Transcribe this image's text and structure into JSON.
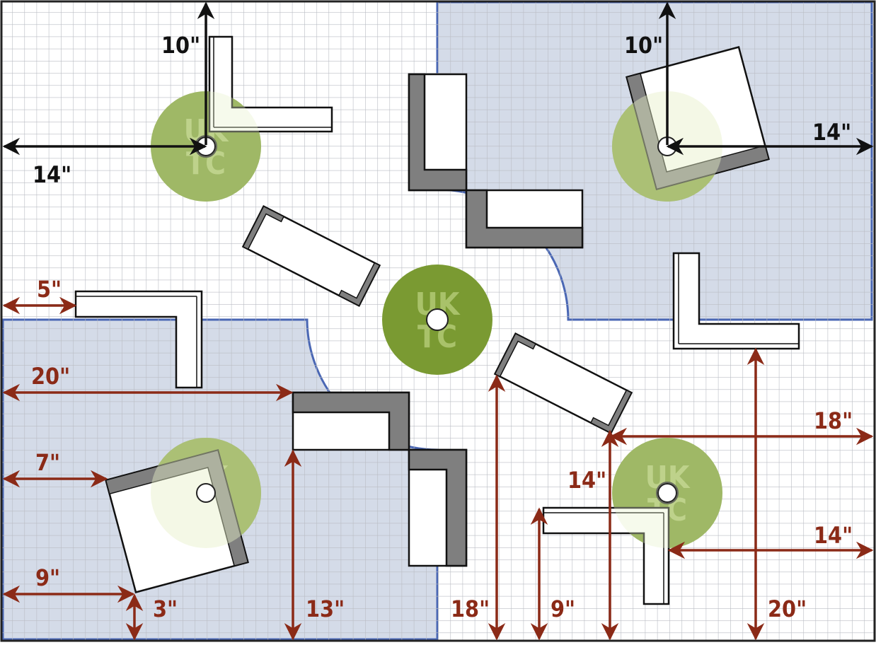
{
  "board": {
    "logo_text_top": "UK",
    "logo_text_bottom": "TC"
  },
  "colors": {
    "grid_line": "#b9bcc3",
    "zone_fill": "#d4dbe8",
    "zone_border": "#4a67b4",
    "objective": "#7a9a32",
    "red_arrow": "#8b2a17",
    "black_arrow": "#111111",
    "wall_shade": "#7f7f7f"
  },
  "labels": {
    "tl_vertical": "10\"",
    "tl_horizontal": "14\"",
    "tr_vertical": "10\"",
    "tr_horizontal": "14\"",
    "left_5": "5\"",
    "left_20": "20\"",
    "left_7": "7\"",
    "left_9": "9\"",
    "bottom_3": "3\"",
    "bottom_13": "13\"",
    "bottom_18": "18\"",
    "bottom_9": "9\"",
    "mid_14": "14\"",
    "bottom_20": "20\"",
    "right_18": "18\"",
    "right_14": "14\""
  }
}
